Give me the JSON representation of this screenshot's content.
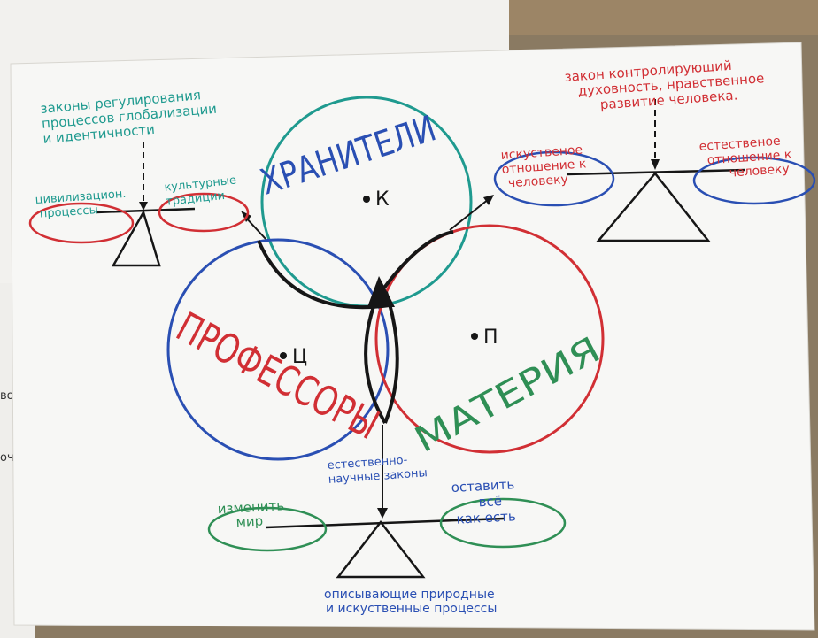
{
  "colors": {
    "teal": "#1f9a8f",
    "red": "#d12f34",
    "blue": "#2a4fb3",
    "green": "#2f8f55",
    "black": "#161616"
  },
  "left_sheet_fragments": [
    "во",
    "оч"
  ],
  "circles": {
    "top": {
      "label": "ХРАНИТЕЛИ",
      "point": "К"
    },
    "left": {
      "label": "ПРОФЕССОРЫ",
      "point": "Ц"
    },
    "right": {
      "label": "МАТЕРИЯ",
      "point": "П"
    }
  },
  "scale_left": {
    "top_note": [
      "законы регулирования",
      "процессов глобализации",
      "и идентичности"
    ],
    "left_pan": [
      "цивилизацион.",
      "процессы"
    ],
    "right_pan": [
      "культурные",
      "традиции"
    ]
  },
  "scale_right": {
    "top_note": [
      "закон контролирующий",
      "духовность, нравственное",
      "развитие человека."
    ],
    "left_pan": [
      "искуственое",
      "отношение к",
      "человеку"
    ],
    "right_pan": [
      "естественое",
      "отношение к",
      "человеку"
    ]
  },
  "scale_bottom": {
    "top_note": [
      "естественно-",
      "научные законы"
    ],
    "left_pan": [
      "изменить",
      "мир"
    ],
    "right_pan": [
      "оставить",
      "всё",
      "как есть"
    ],
    "bottom_note": [
      "описывающие природные",
      "и искуственные процессы"
    ]
  }
}
